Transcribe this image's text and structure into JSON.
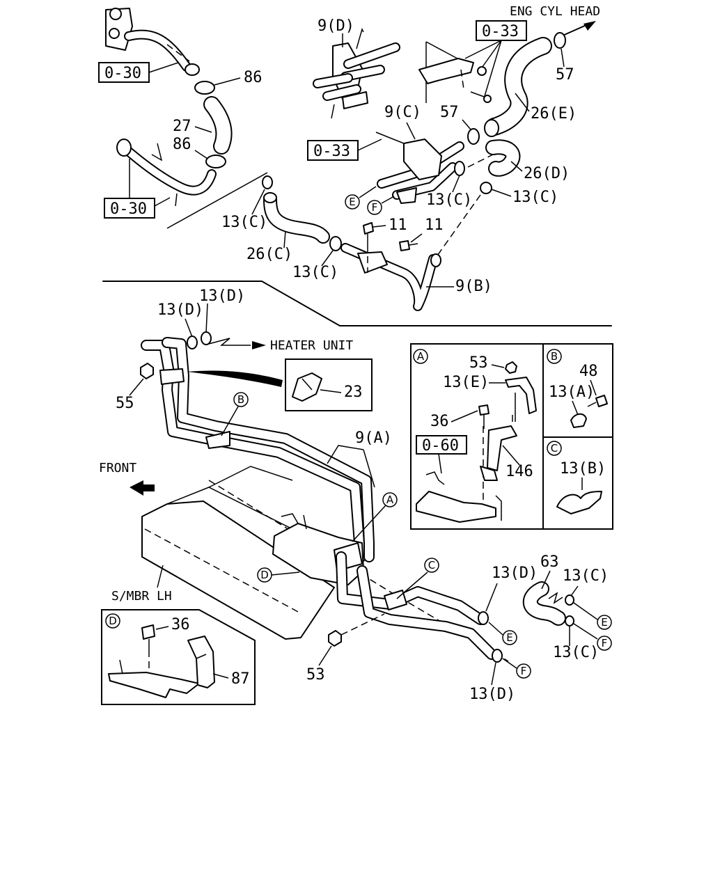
{
  "labels": {
    "eng_cyl_head": "ENG CYL HEAD",
    "heater_unit": "HEATER UNIT",
    "front": "FRONT",
    "smbr_lh": "S/MBR LH",
    "ref_030_a": "0-30",
    "ref_030_b": "0-30",
    "ref_033_a": "0-33",
    "ref_033_b": "0-33",
    "ref_060": "0-60",
    "p86_a": "86",
    "p86_b": "86",
    "p27": "27",
    "p9d": "9(D)",
    "p57_a": "57",
    "p57_b": "57",
    "p26e": "26(E)",
    "p9c": "9(C)",
    "p26d": "26(D)",
    "p13c_a": "13(C)",
    "p13c_b": "13(C)",
    "p13c_c": "13(C)",
    "p13c_d": "13(C)",
    "p26c": "26(C)",
    "p11_a": "11",
    "p11_b": "11",
    "p9b": "9(B)",
    "p13d_a": "13(D)",
    "p13d_b": "13(D)",
    "p55": "55",
    "p23": "23",
    "p9a": "9(A)",
    "p53_a": "53",
    "p13e": "13(E)",
    "p36_a": "36",
    "p146": "146",
    "p48": "48",
    "p13a": "13(A)",
    "p13b": "13(B)",
    "p63": "63",
    "p13d_c": "13(D)",
    "p13c_e": "13(C)",
    "p13c_f": "13(C)",
    "p13d_d": "13(D)",
    "p53_b": "53",
    "p36_b": "36",
    "p87": "87"
  },
  "callouts": {
    "A": "A",
    "B": "B",
    "C": "C",
    "D": "D",
    "E": "E",
    "F": "F"
  }
}
